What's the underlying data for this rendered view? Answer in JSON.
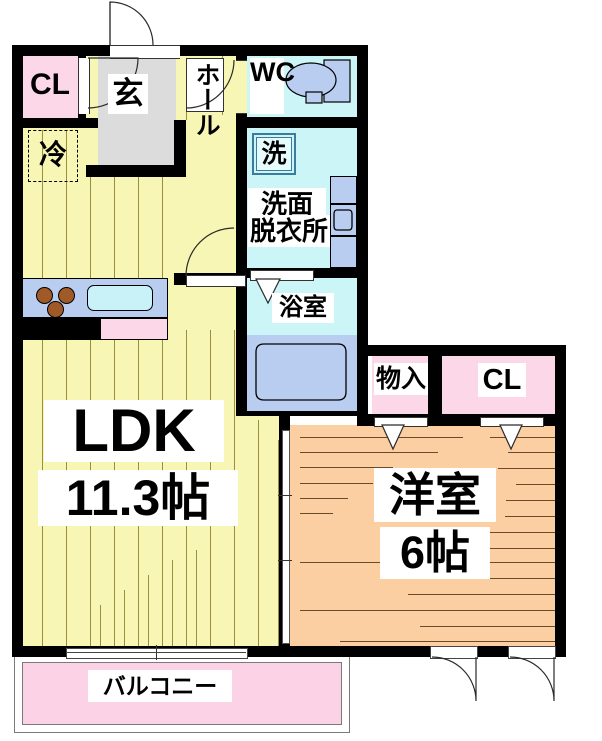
{
  "plan": {
    "type": "japanese-apartment-floorplan",
    "unit_layout": "1LDK",
    "rooms": [
      {
        "key": "ldk",
        "label": "LDK",
        "size": "11.3帖",
        "floor_color": "#f8f6b4"
      },
      {
        "key": "washitsu",
        "label": "洋室",
        "size": "6帖",
        "floor_color": "#fbcfa2"
      },
      {
        "key": "balcony",
        "label": "バルコニー",
        "size": "",
        "floor_color": "#fbd2e6"
      },
      {
        "key": "genkan",
        "label": "玄",
        "size": "",
        "floor_color": "#dcdcdc"
      },
      {
        "key": "hall",
        "label": "ホール",
        "size": "",
        "floor_color": "#f8f6b4"
      },
      {
        "key": "wc",
        "label": "WC",
        "size": "",
        "floor_color": "#ccf5f7"
      },
      {
        "key": "washroom",
        "label": "洗面\n脱衣所",
        "size": "",
        "floor_color": "#ccf5f7"
      },
      {
        "key": "bath",
        "label": "浴室",
        "size": "",
        "floor_color": "#ccf5f7"
      }
    ],
    "storage": [
      {
        "key": "cl-entry",
        "label": "CL",
        "floor_color": "#fcd7e8"
      },
      {
        "key": "monoire",
        "label": "物入",
        "floor_color": "#fcd7e8"
      },
      {
        "key": "cl-bedroom",
        "label": "CL",
        "floor_color": "#fcd7e8"
      }
    ],
    "fixtures": [
      {
        "key": "refrigerator",
        "label": "冷"
      },
      {
        "key": "washing-machine",
        "label": "洗"
      },
      {
        "key": "toilet",
        "label": ""
      },
      {
        "key": "kitchen-sink",
        "label": ""
      },
      {
        "key": "gas-stove",
        "label": ""
      },
      {
        "key": "bathtub",
        "label": ""
      },
      {
        "key": "vanity-sink",
        "label": ""
      }
    ],
    "labels": {
      "ldk_name": "LDK",
      "ldk_size": "11.3帖",
      "room_name": "洋室",
      "room_size": "6帖",
      "balcony": "バルコニー",
      "genkan": "玄",
      "hall": "ホール",
      "wc": "WC",
      "washroom_line1": "洗面",
      "washroom_line2": "脱衣所",
      "bath": "浴室",
      "closet_entry": "CL",
      "closet_bedroom": "CL",
      "storage_small": "物入",
      "refrigerator": "冷",
      "washer": "洗"
    },
    "colors": {
      "wall": "#000000",
      "ldk_floor": "#f8f6b4",
      "room_floor": "#fbcfa2",
      "closet": "#fcd7e8",
      "balcony": "#fbd2e6",
      "wet_area": "#ccf5f7",
      "genkan": "#dcdcdc",
      "fixture_blue": "#b9cdf0",
      "sink_inner": "#c8f2f7",
      "burner": "#a05a28"
    }
  }
}
